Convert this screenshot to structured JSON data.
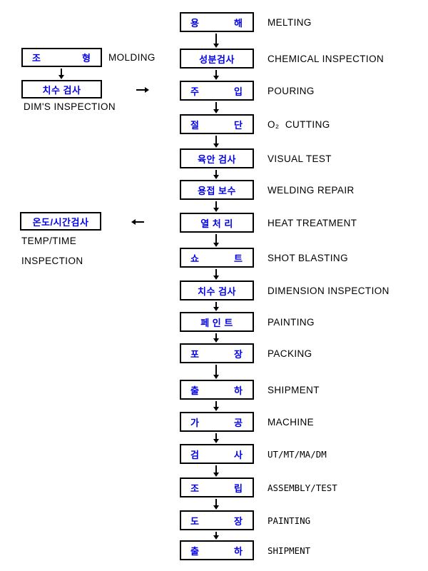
{
  "flowchart": {
    "background_color": "#ffffff",
    "box_border_color": "#000000",
    "korean_text_color": "#0000ee",
    "label_text_color": "#000000",
    "icons": {
      "flow_arrow_down": "↓",
      "branch_arrow_right": "→",
      "branch_arrow_left": "←"
    },
    "main_flow": [
      {
        "ko": "용 해",
        "en": "MELTING",
        "spread": true,
        "mono": false
      },
      {
        "ko": "성분검사",
        "en": "CHEMICAL INSPECTION",
        "spread": false,
        "mono": false
      },
      {
        "ko": "주 입",
        "en": "POURING",
        "spread": true,
        "mono": false
      },
      {
        "ko": "절 단",
        "en": "O₂  CUTTING",
        "spread": true,
        "mono": false
      },
      {
        "ko": "육안 검사",
        "en": "VISUAL TEST",
        "spread": false,
        "mono": false
      },
      {
        "ko": "용접 보수",
        "en": "WELDING REPAIR",
        "spread": false,
        "mono": false
      },
      {
        "ko": "열 처 리",
        "en": "HEAT TREATMENT",
        "spread": false,
        "mono": false
      },
      {
        "ko": "쇼 트",
        "en": "SHOT BLASTING",
        "spread": true,
        "mono": false
      },
      {
        "ko": "치수 검사",
        "en": "DIMENSION INSPECTION",
        "spread": false,
        "mono": false
      },
      {
        "ko": "페 인 트",
        "en": "PAINTING",
        "spread": false,
        "mono": false
      },
      {
        "ko": "포 장",
        "en": "PACKING",
        "spread": true,
        "mono": false
      },
      {
        "ko": "출 하",
        "en": "SHIPMENT",
        "spread": true,
        "mono": false
      },
      {
        "ko": "가 공",
        "en": "MACHINE",
        "spread": true,
        "mono": false
      },
      {
        "ko": "검 사",
        "en": "UT/MT/MA/DM",
        "spread": true,
        "mono": true
      },
      {
        "ko": "조 립",
        "en": "ASSEMBLY/TEST",
        "spread": true,
        "mono": true
      },
      {
        "ko": "도 장",
        "en": "PAINTING",
        "spread": true,
        "mono": true
      },
      {
        "ko": "출 하",
        "en": "SHIPMENT",
        "spread": true,
        "mono": true
      }
    ],
    "molding_branch": {
      "box_molding_ko": "조 형",
      "box_molding_en": "MOLDING",
      "box_inspection_ko": "치수 검사",
      "caption": "DIM'S INSPECTION"
    },
    "temp_branch": {
      "box_ko": "온도/시간검사",
      "caption_line1": "TEMP/TIME",
      "caption_line2": "INSPECTION"
    }
  }
}
